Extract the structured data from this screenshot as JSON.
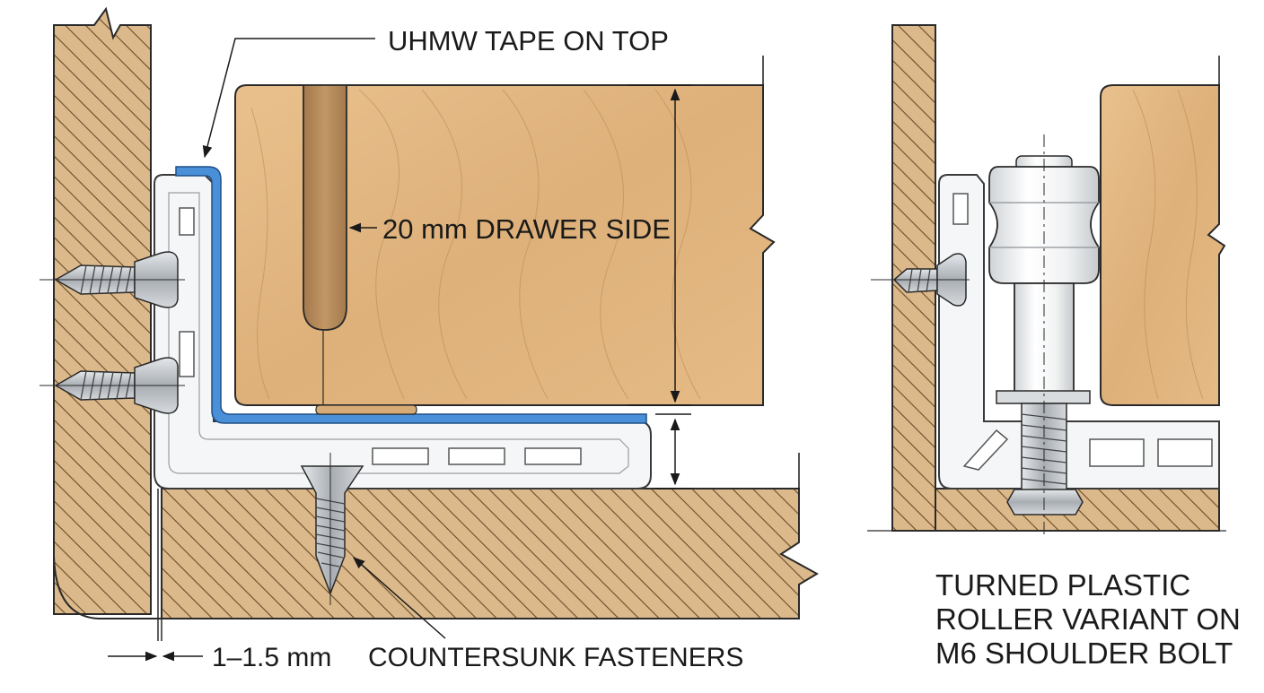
{
  "labels": {
    "uhmw_tape": "UHMW TAPE ON TOP",
    "drawer_side": "20 mm DRAWER SIDE",
    "gap": "1–1.5 mm",
    "fasteners": "COUNTERSUNK FASTENERS",
    "variant_line1": "TURNED PLASTIC",
    "variant_line2": "ROLLER VARIANT ON",
    "variant_line3": "M6 SHOULDER BOLT"
  },
  "colors": {
    "wood_section": "#dcb98a",
    "wood_hatch": "#5e4428",
    "drawer_wood": "#e3b57e",
    "groove": "#b98e5f",
    "uhmw_tape": "#4a90d9",
    "plastic": "#f5f6f7",
    "steel": "#b4b9be"
  }
}
